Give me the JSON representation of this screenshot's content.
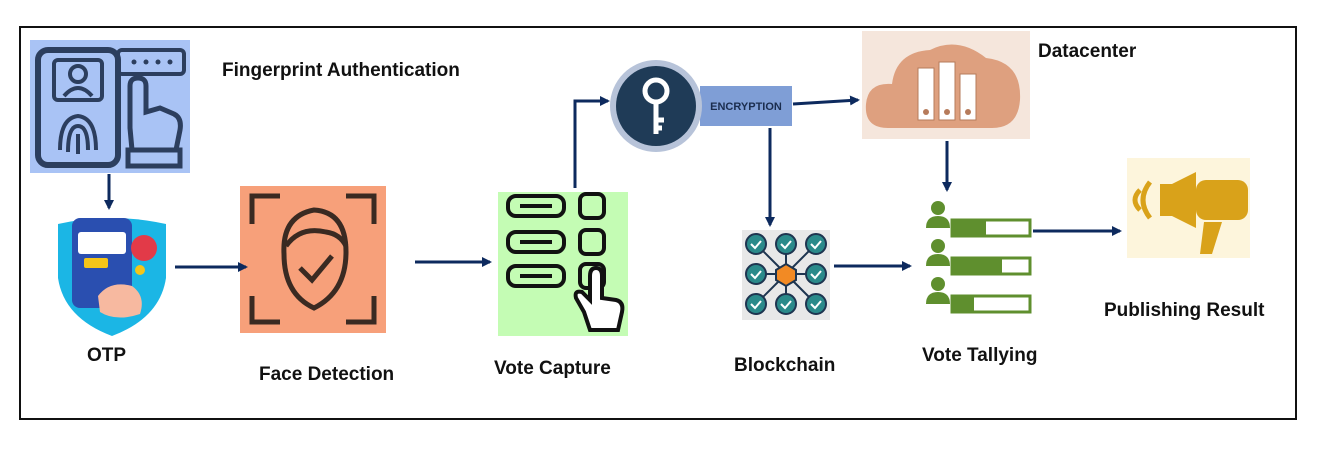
{
  "labels": {
    "fingerprint": "Fingerprint Authentication",
    "otp": "OTP",
    "face": "Face Detection",
    "vote_capture": "Vote Capture",
    "encryption": "ENCRYPTION",
    "datacenter": "Datacenter",
    "blockchain": "Blockchain",
    "tallying": "Vote Tallying",
    "publishing": "Publishing Result"
  },
  "colors": {
    "arrow": "#0d2a5e",
    "fingerprint_bg": "#a9c3f5",
    "fingerprint_stroke": "#2c3e5e",
    "face_bg": "#f7a07a",
    "vote_bg": "#c4fcb4",
    "key_circle": "#1f3b57",
    "encryption_tag": "#7f9ed6",
    "datacenter_bg": "#f5e6dc",
    "cloud": "#dea07f",
    "tally_green": "#5f8f2e",
    "publish_bg": "#fdf5dc",
    "megaphone": "#d9a21a",
    "chain_teal": "#2a8a8a",
    "otp_shield": "#1bb6e5"
  },
  "icons": [
    "fingerprint-scanner-icon",
    "otp-phone-icon",
    "face-scan-icon",
    "ballot-touch-icon",
    "key-icon",
    "cloud-server-icon",
    "blockchain-network-icon",
    "leaderboard-icon",
    "megaphone-icon"
  ]
}
